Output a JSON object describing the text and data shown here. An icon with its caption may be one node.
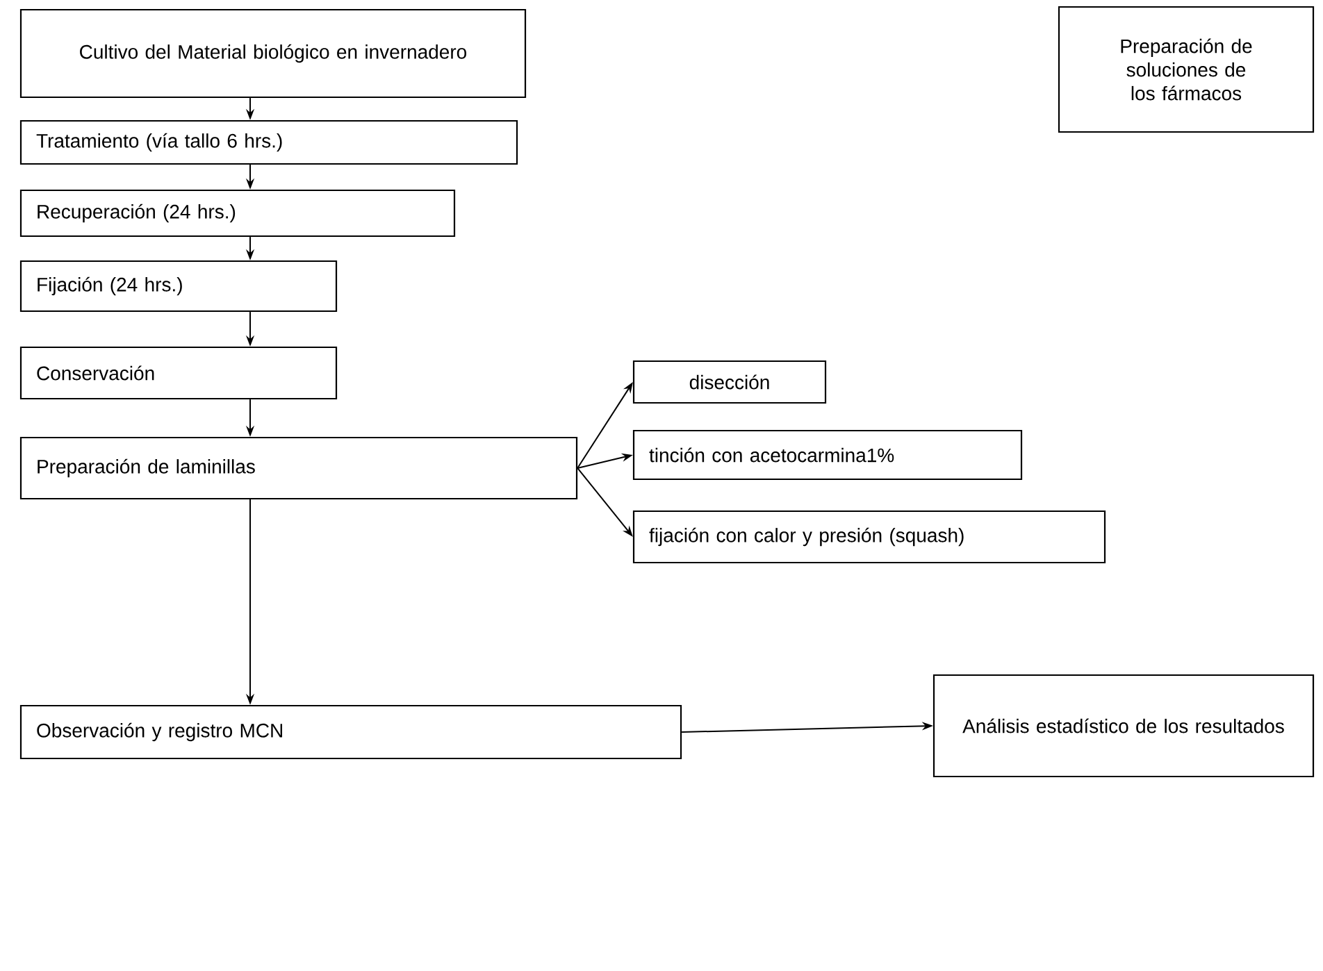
{
  "diagram": {
    "nodes": [
      {
        "text": [
          "Cultivo del Material biológico en invernadero"
        ]
      },
      {
        "text": [
          "Tratamiento (vía tallo 6 hrs.)"
        ]
      },
      {
        "text": [
          "Recuperación (24 hrs.)"
        ]
      },
      {
        "text": [
          "Fijación (24 hrs.)"
        ]
      },
      {
        "text": [
          "Conservación"
        ]
      },
      {
        "text": [
          "Preparación de laminillas"
        ]
      },
      {
        "text": [
          "disección"
        ]
      },
      {
        "text": [
          "tinción con acetocarmina1%"
        ]
      },
      {
        "text": [
          "fijación con calor y presión (squash)"
        ]
      },
      {
        "text": [
          "Observación y registro MCN"
        ]
      },
      {
        "text": [
          "Análisis estadístico de los resultados"
        ]
      },
      {
        "text": [
          "Preparación de soluciones de los fármacos"
        ]
      }
    ],
    "edges": [
      {
        "from": 0,
        "to": 1,
        "arrow": "to"
      },
      {
        "from": 1,
        "to": 2,
        "arrow": "to"
      },
      {
        "from": 2,
        "to": 3,
        "arrow": "to"
      },
      {
        "from": 3,
        "to": 4,
        "arrow": "to"
      },
      {
        "from": 4,
        "to": 5,
        "arrow": "to"
      },
      {
        "from": 5,
        "to": 6,
        "arrow": "to"
      },
      {
        "from": 5,
        "to": 7,
        "arrow": "to"
      },
      {
        "from": 5,
        "to": 8,
        "arrow": "to"
      },
      {
        "from": 5,
        "to": 9,
        "arrow": "to"
      },
      {
        "from": 9,
        "to": 10,
        "arrow": "to"
      }
    ]
  }
}
